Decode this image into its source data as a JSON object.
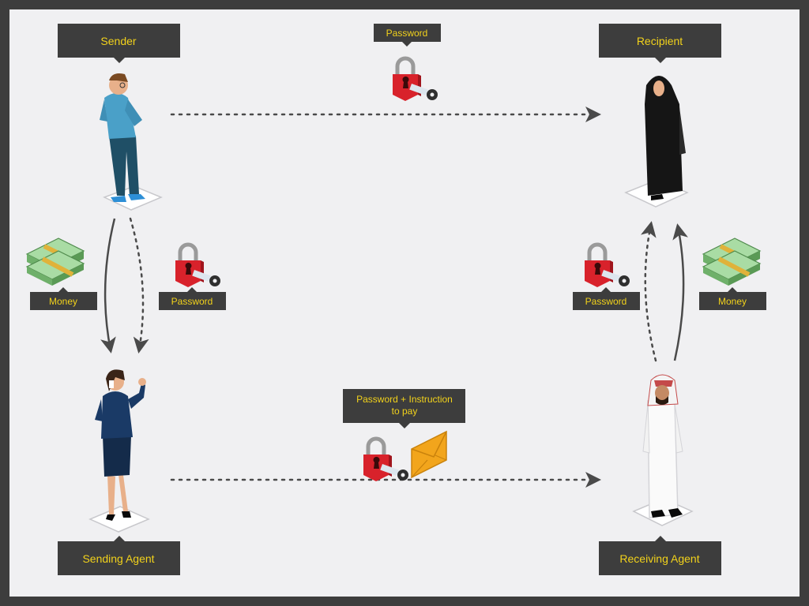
{
  "labels": {
    "sender": "Sender",
    "recipient": "Recipient",
    "sending_agent": "Sending Agent",
    "receiving_agent": "Receiving Agent",
    "password_top": "Password",
    "password_left": "Password",
    "password_right": "Password",
    "money_left": "Money",
    "money_right": "Money",
    "instruction_line1": "Password + Instruction",
    "instruction_line2": "to pay"
  },
  "colors": {
    "frame": "#3d3d3d",
    "background": "#f0f0f2",
    "label_bg": "#3d3d3d",
    "label_text": "#f2d21b",
    "lock_red": "#d8222b",
    "money_green": "#7fbf7a",
    "envelope_orange": "#f2a51c",
    "arrow": "#4a4a4a"
  },
  "icons": [
    "padlock-key-icon",
    "money-stack-icon",
    "envelope-icon"
  ]
}
